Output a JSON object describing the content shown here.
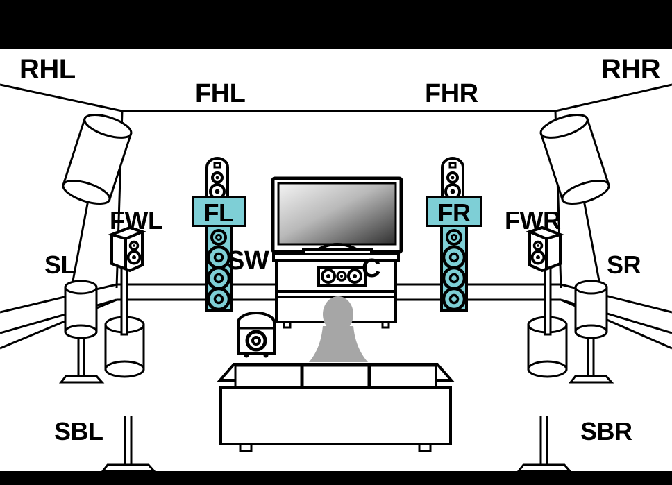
{
  "diagram": {
    "title": "Speaker layout diagram - 11.1 channel home theater room",
    "accent_color": "#7ecfd6",
    "line_color": "#000000",
    "room_fill": "#ffffff",
    "letterbox_color": "#000000",
    "person_color": "#a6a6a6"
  },
  "labels": {
    "rhl": {
      "text": "RHL",
      "highlighted": false,
      "size": 40
    },
    "rhr": {
      "text": "RHR",
      "highlighted": false,
      "size": 40
    },
    "fhl": {
      "text": "FHL",
      "highlighted": false,
      "size": 38
    },
    "fhr": {
      "text": "FHR",
      "highlighted": false,
      "size": 38
    },
    "fl": {
      "text": "FL",
      "highlighted": true,
      "size": 36
    },
    "fr": {
      "text": "FR",
      "highlighted": true,
      "size": 36
    },
    "fwl": {
      "text": "FWL",
      "highlighted": false,
      "size": 36
    },
    "fwr": {
      "text": "FWR",
      "highlighted": false,
      "size": 36
    },
    "sl": {
      "text": "SL",
      "highlighted": false,
      "size": 36
    },
    "sr": {
      "text": "SR",
      "highlighted": false,
      "size": 36
    },
    "sw": {
      "text": "SW",
      "highlighted": false,
      "size": 38
    },
    "c": {
      "text": "C",
      "highlighted": false,
      "size": 38
    },
    "sbl": {
      "text": "SBL",
      "highlighted": false,
      "size": 36
    },
    "sbr": {
      "text": "SBR",
      "highlighted": false,
      "size": 36
    }
  },
  "speakers": [
    {
      "id": "RHL",
      "name": "rear-height-left",
      "type": "ceiling-cylinder",
      "highlighted": false
    },
    {
      "id": "RHR",
      "name": "rear-height-right",
      "type": "ceiling-cylinder",
      "highlighted": false
    },
    {
      "id": "FHL",
      "name": "front-height-left",
      "type": "wall-bookshelf-2way",
      "highlighted": false
    },
    {
      "id": "FHR",
      "name": "front-height-right",
      "type": "wall-bookshelf-2way",
      "highlighted": false
    },
    {
      "id": "FL",
      "name": "front-left",
      "type": "floorstanding-tower-4driver",
      "highlighted": true
    },
    {
      "id": "FR",
      "name": "front-right",
      "type": "floorstanding-tower-4driver",
      "highlighted": true
    },
    {
      "id": "C",
      "name": "center",
      "type": "center-3driver",
      "highlighted": false
    },
    {
      "id": "SW",
      "name": "subwoofer",
      "type": "subwoofer-box",
      "highlighted": false
    },
    {
      "id": "FWL",
      "name": "front-wide-left",
      "type": "bookshelf-on-pole",
      "highlighted": false
    },
    {
      "id": "FWR",
      "name": "front-wide-right",
      "type": "bookshelf-on-pole",
      "highlighted": false
    },
    {
      "id": "SL",
      "name": "surround-left",
      "type": "cylinder-on-stand",
      "highlighted": false
    },
    {
      "id": "SR",
      "name": "surround-right",
      "type": "cylinder-on-stand",
      "highlighted": false
    },
    {
      "id": "SBL",
      "name": "surround-back-left",
      "type": "cylinder-on-tall-stand",
      "highlighted": false
    },
    {
      "id": "SBR",
      "name": "surround-back-right",
      "type": "cylinder-on-tall-stand",
      "highlighted": false
    }
  ],
  "furniture": {
    "tv": "flat-panel-television",
    "tv_stand": "av-rack",
    "sofa": "three-seat-couch",
    "listener": "seated-person"
  }
}
